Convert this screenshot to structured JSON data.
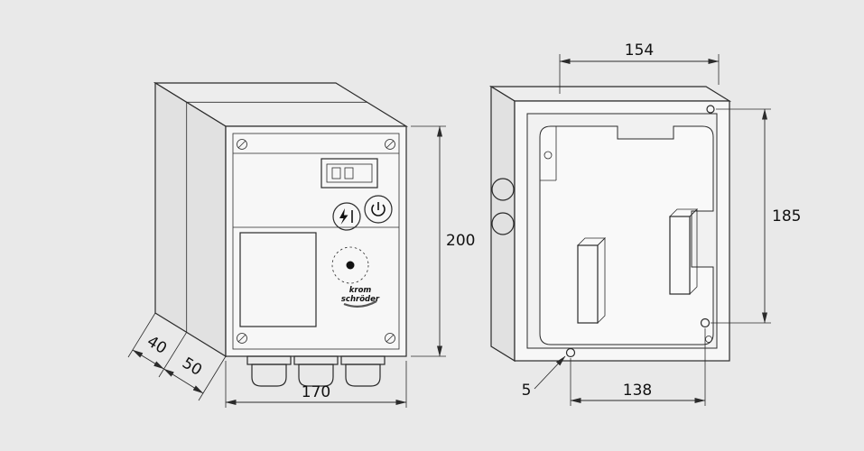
{
  "page": {
    "background": "#e9e9e9",
    "line_color": "#2b2b2b"
  },
  "left_view": {
    "description": "front-isometric-view-of-control-unit",
    "logo": {
      "line1": "krom",
      "line2": "schröder"
    },
    "icons": {
      "reset": "reset-icon",
      "power": "power-icon",
      "knob": "optical-knob-dot"
    },
    "dims": {
      "height": "200",
      "width": "170",
      "depth_rear": "40",
      "depth_front": "50"
    }
  },
  "right_view": {
    "description": "open-rear-housing-view",
    "dims": {
      "width_inner": "154",
      "height_inner": "185",
      "hole_pitch": "138",
      "hole_dia": "5"
    }
  }
}
